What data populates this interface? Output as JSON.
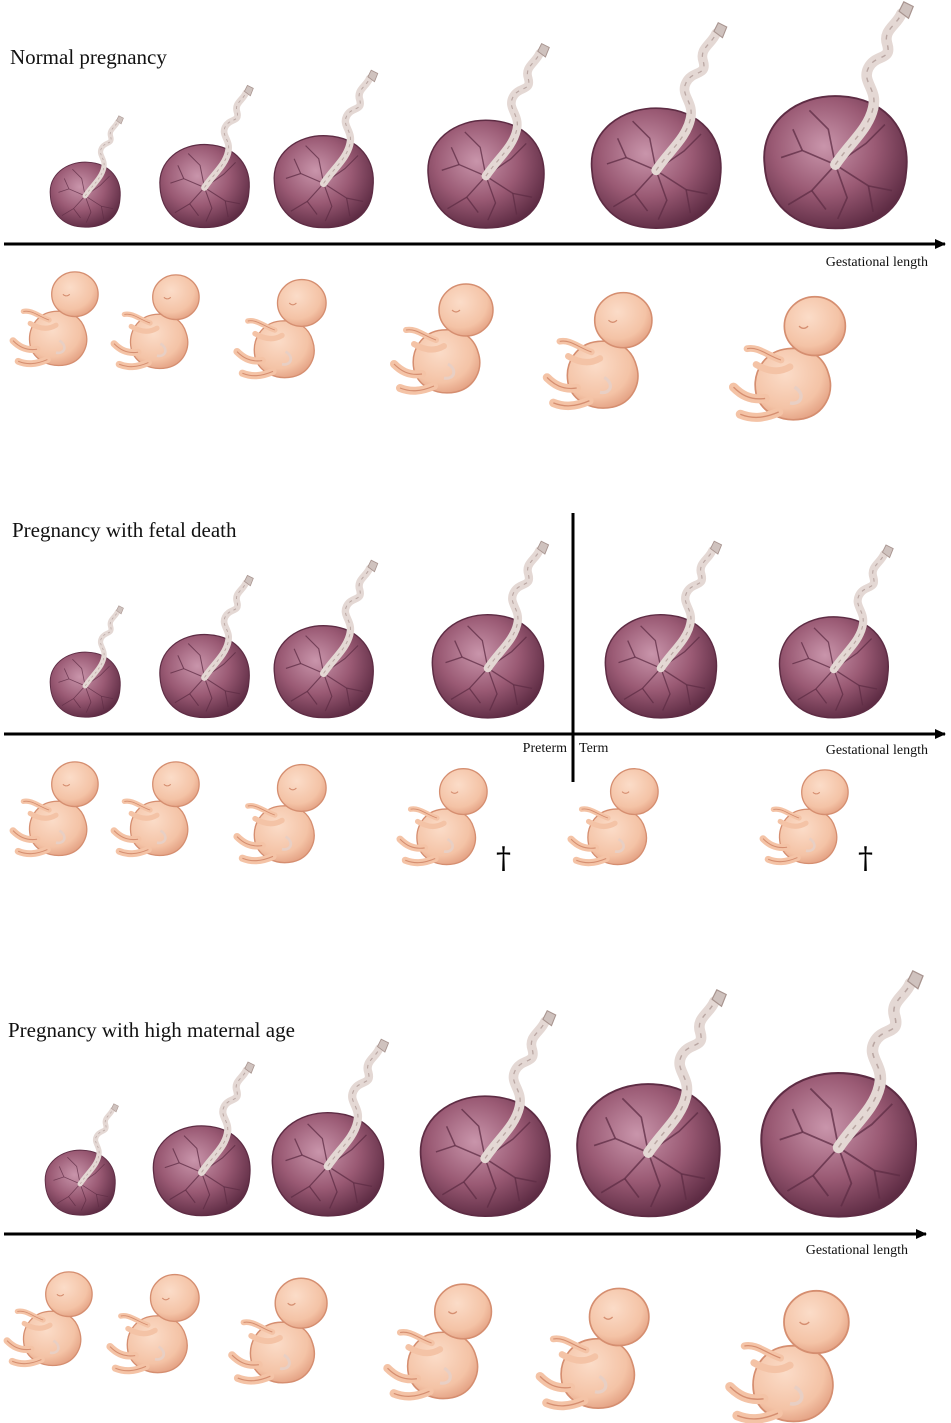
{
  "panels": [
    {
      "title": "Normal pregnancy",
      "axis_label": "Gestational length",
      "placenta_scale": [
        0.58,
        0.74,
        0.82,
        0.96,
        1.07,
        1.18
      ],
      "fetus_scale": [
        0.86,
        0.86,
        0.9,
        1.0,
        1.06,
        1.13
      ],
      "deaths": []
    },
    {
      "title": "Pregnancy with fetal death",
      "axis_label": "Gestational length",
      "preterm_label": "Preterm",
      "term_label": "Term",
      "placenta_scale": [
        0.58,
        0.74,
        0.82,
        0.92,
        0.92,
        0.9
      ],
      "fetus_scale": [
        0.86,
        0.86,
        0.9,
        0.88,
        0.88,
        0.86
      ],
      "deaths": [
        3,
        5
      ],
      "death_symbol": "†"
    },
    {
      "title": "Pregnancy with high maternal age",
      "axis_label": "Gestational length",
      "placenta_scale": [
        0.58,
        0.8,
        0.92,
        1.07,
        1.18,
        1.28
      ],
      "fetus_scale": [
        0.86,
        0.9,
        0.96,
        1.05,
        1.1,
        1.2
      ],
      "deaths": []
    }
  ],
  "colors": {
    "placenta": "#9a5a74",
    "placenta_dark": "#5e2c44",
    "placenta_light": "#c995ab",
    "cord": "#e4d8d4",
    "fetus": "#f4c3a6",
    "fetus_shade": "#d58e70",
    "axis": "#000000"
  }
}
